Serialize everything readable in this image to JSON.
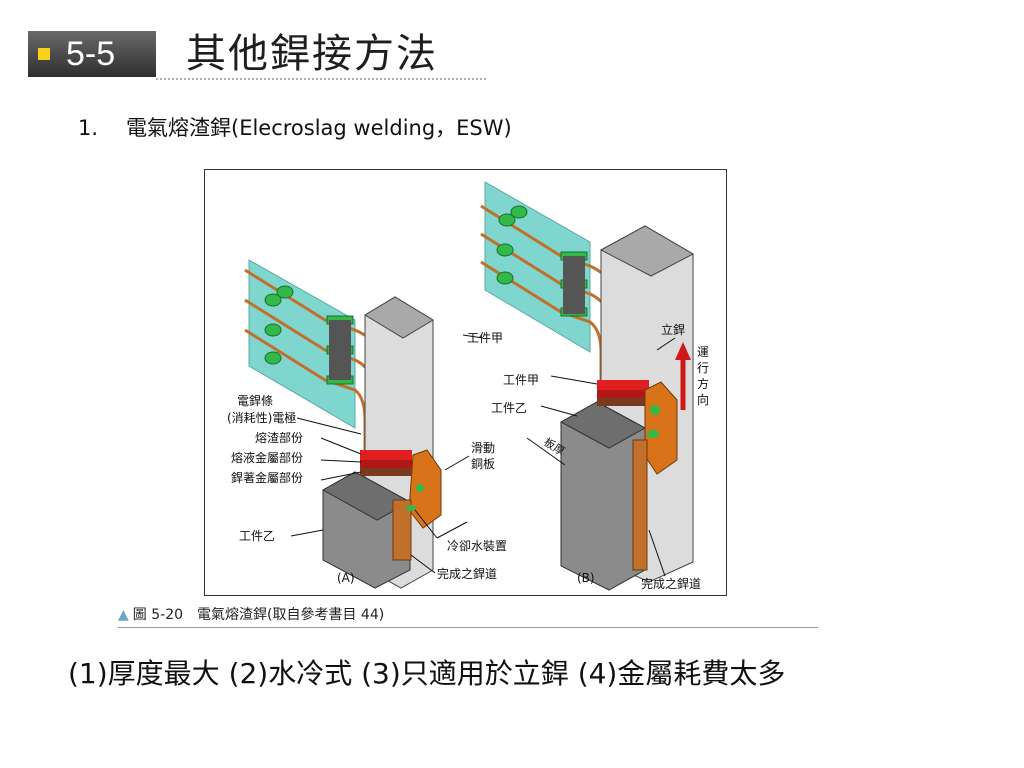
{
  "header": {
    "section_number": "5-5",
    "title": "其他銲接方法"
  },
  "item": {
    "number": "1.",
    "text": "電氣熔渣銲(Elecroslag welding，ESW)"
  },
  "figure": {
    "labels": {
      "workpiece_a_left": "工件甲",
      "electrode_line1": "電銲條",
      "electrode_line2": "(消耗性)電極",
      "slag": "熔渣部份",
      "molten_metal": "熔液金屬部份",
      "deposit_metal": "銲著金屬部份",
      "sliding_plate_line1": "滑動",
      "sliding_plate_line2": "銅板",
      "workpiece_b_left": "工件乙",
      "cooling": "冷卻水裝置",
      "finished_bead_left": "完成之銲道",
      "panel_a": "(A)",
      "vertical_weld": "立銲",
      "direction_line1": "運",
      "direction_line2": "行",
      "direction_line3": "方",
      "direction_line4": "向",
      "workpiece_a_right": "工件甲",
      "workpiece_b_right": "工件乙",
      "plate_thickness": "板厚",
      "panel_b": "(B)",
      "finished_bead_right": "完成之銲道"
    },
    "colors": {
      "glass": "#7fd6cf",
      "wire": "#c0702a",
      "clamp": "#33b84a",
      "copper": "#d9731a",
      "slag": "#e02020"
    }
  },
  "caption": {
    "icon": "triangle-icon",
    "text": "圖 5-20　電氣熔渣銲(取自參考書目 44)"
  },
  "summary": "(1)厚度最大 (2)水冷式 (3)只適用於立銲 (4)金屬耗費太多"
}
